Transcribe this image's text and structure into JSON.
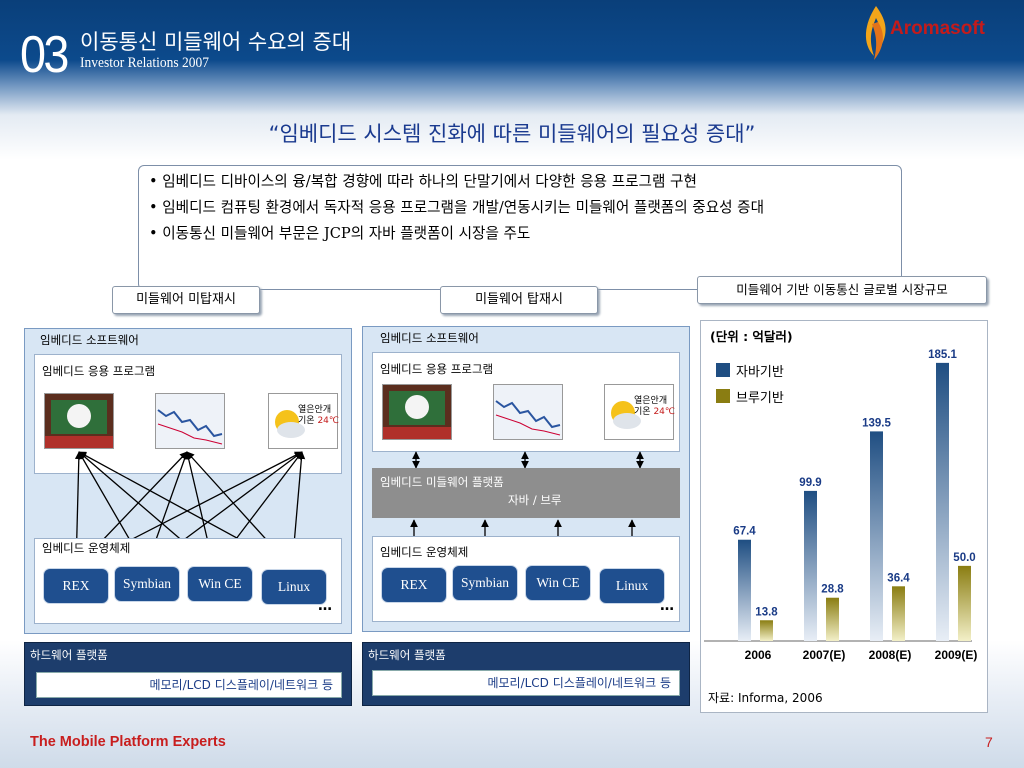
{
  "header": {
    "section_number": "03",
    "section_title": "이동통신 미들웨어 수요의 증대",
    "subtitle": "Investor Relations 2007",
    "logo_text": "Aromasoft"
  },
  "headline": "“임베디드 시스템 진화에 따른 미들웨어의 필요성 증대”",
  "bullets": [
    "• 임베디드 디바이스의 융/복합 경향에 따라 하나의 단말기에서 다양한 응용 프로그램 구현",
    "• 임베디드 컴퓨팅 환경에서 독자적 응용 프로그램을 개발/연동시키는 미들웨어 플랫폼의 중요성 증대",
    "• 이동통신 미들웨어 부문은 JCP의 자바 플랫폼이 시장을 주도"
  ],
  "tags": {
    "left": "미들웨어 미탑재시",
    "middle": "미들웨어 탑재시",
    "right": "미들웨어 기반 이동통신 글로벌 시장규모"
  },
  "left_diagram": {
    "software_label": "임베디드 소프트웨어",
    "app_label": "임베디드 응용 프로그램",
    "os_label": "임베디드 운영체제",
    "os_items": [
      "REX",
      "Symbian",
      "Win CE",
      "Linux"
    ],
    "ellipsis": "…",
    "hw_label": "하드웨어 플랫폼",
    "hw_box": "메모리/LCD 디스플레이/네트워크 등"
  },
  "right_diagram": {
    "software_label": "임베디드 소프트웨어",
    "app_label": "임베디드 응용 프로그램",
    "middleware_label": "임베디드 미들웨어 플랫폼",
    "middleware_sub": "자바 / 브루",
    "os_label": "임베디드 운영체제",
    "os_items": [
      "REX",
      "Symbian",
      "Win CE",
      "Linux"
    ],
    "ellipsis": "…",
    "hw_label": "하드웨어 플랫폼",
    "hw_box": "메모리/LCD 디스플레이/네트워크 등"
  },
  "thumb_text": {
    "weather_line1": "열은안개",
    "weather_line2": "기온",
    "weather_temp": "24℃"
  },
  "chart_data": {
    "type": "bar",
    "unit_label": "(단위 : 억달러)",
    "categories": [
      "2006",
      "2007(E)",
      "2008(E)",
      "2009(E)"
    ],
    "series": [
      {
        "name": "자바기반",
        "values": [
          67.4,
          99.9,
          139.5,
          185.1
        ],
        "color": "#1f4e82"
      },
      {
        "name": "브루기반",
        "values": [
          13.8,
          28.8,
          36.4,
          50.0
        ],
        "color": "#8a7d12"
      }
    ],
    "value_labels": {
      "자바기반": [
        "67.4",
        "99.9",
        "139.5",
        "185.1"
      ],
      "브루기반": [
        "13.8",
        "28.8",
        "36.4",
        "50.0"
      ]
    },
    "ylim": [
      0,
      195
    ],
    "legend": "top-left",
    "grid": false,
    "source": "자료: Informa, 2006"
  },
  "footer": {
    "tagline": "The Mobile Platform Experts",
    "page_number": "7"
  },
  "colors": {
    "header_blue": "#0c4a8c",
    "os_blue": "#1f4f8f",
    "footer_red": "#c81e1e",
    "label_blue": "#1a3b86"
  }
}
